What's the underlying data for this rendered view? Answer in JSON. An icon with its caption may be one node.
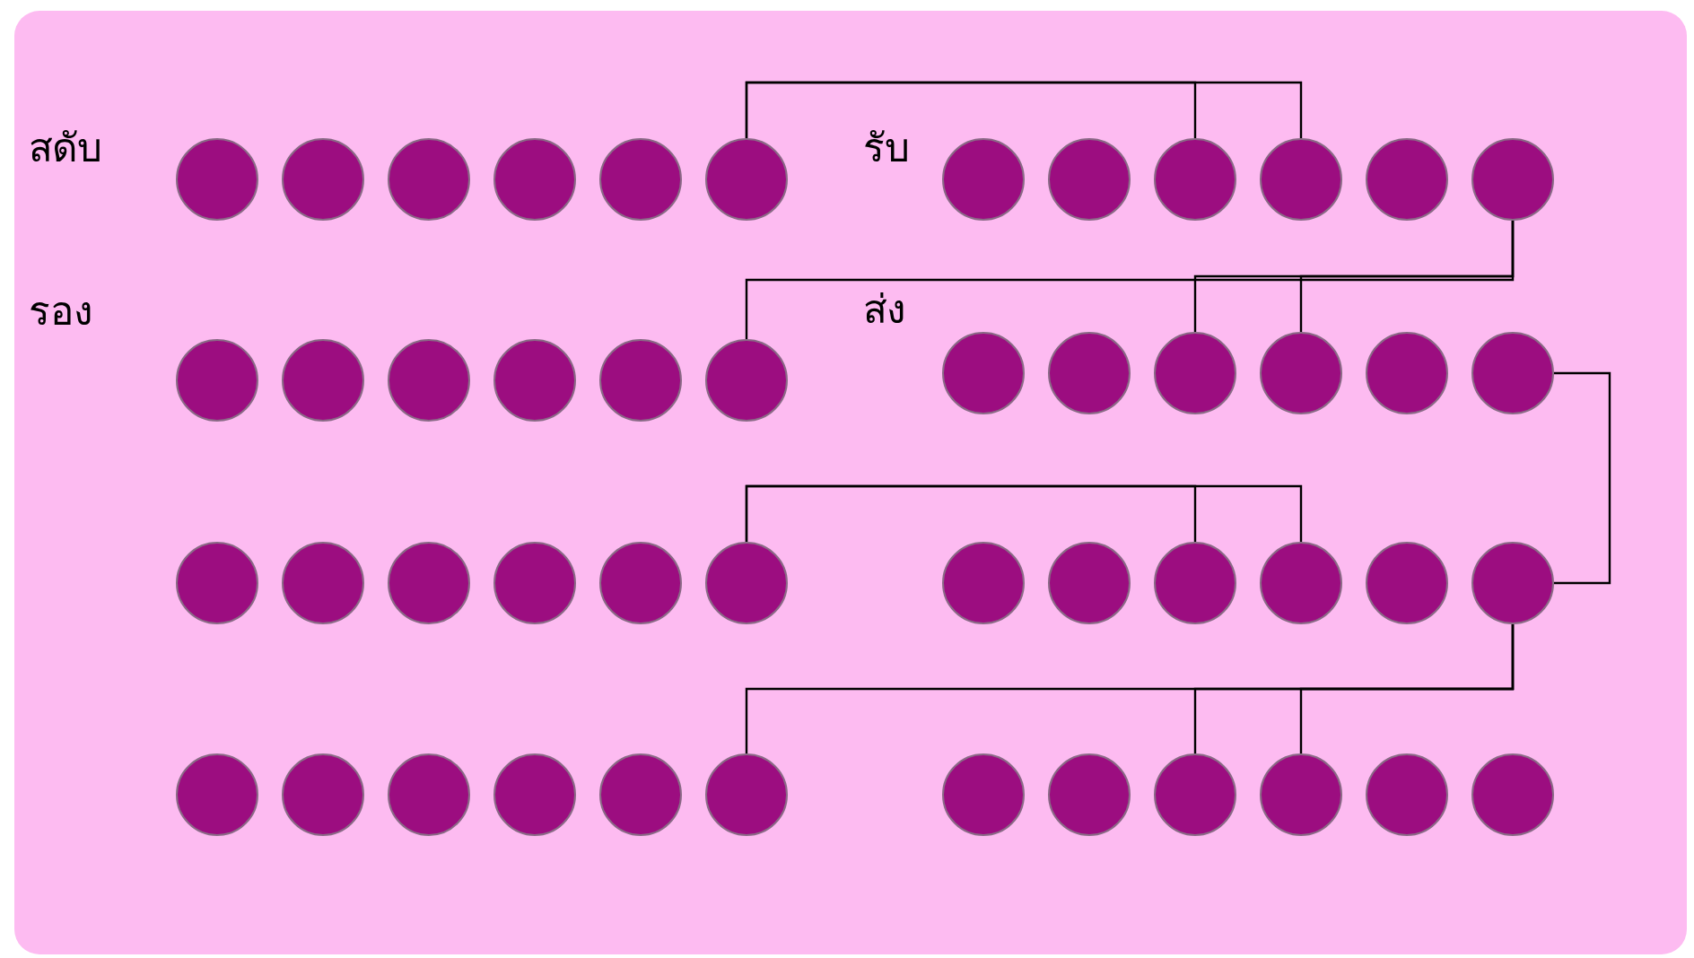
{
  "diagram": {
    "nodes": [
      {
        "text": [],
        "shape": "circle"
      },
      {
        "text": [],
        "shape": "circle"
      },
      {
        "text": [],
        "shape": "circle"
      },
      {
        "text": [],
        "shape": "circle"
      },
      {
        "text": [],
        "shape": "circle"
      },
      {
        "text": [],
        "shape": "circle"
      },
      {
        "text": [],
        "shape": "circle"
      },
      {
        "text": [],
        "shape": "circle"
      },
      {
        "text": [],
        "shape": "circle"
      },
      {
        "text": [],
        "shape": "circle"
      },
      {
        "text": [],
        "shape": "circle"
      },
      {
        "text": [],
        "shape": "circle"
      },
      {
        "text": [],
        "shape": "circle"
      },
      {
        "text": [],
        "shape": "circle"
      },
      {
        "text": [],
        "shape": "circle"
      },
      {
        "text": [],
        "shape": "circle"
      },
      {
        "text": [],
        "shape": "circle"
      },
      {
        "text": [],
        "shape": "circle"
      },
      {
        "text": [],
        "shape": "circle"
      },
      {
        "text": [],
        "shape": "circle"
      },
      {
        "text": [],
        "shape": "circle"
      },
      {
        "text": [],
        "shape": "circle"
      },
      {
        "text": [],
        "shape": "circle"
      },
      {
        "text": [],
        "shape": "circle"
      },
      {
        "text": [],
        "shape": "circle"
      },
      {
        "text": [],
        "shape": "circle"
      },
      {
        "text": [],
        "shape": "circle"
      },
      {
        "text": [],
        "shape": "circle"
      },
      {
        "text": [],
        "shape": "circle"
      },
      {
        "text": [],
        "shape": "circle"
      },
      {
        "text": [],
        "shape": "circle"
      },
      {
        "text": [],
        "shape": "circle"
      },
      {
        "text": [],
        "shape": "circle"
      },
      {
        "text": [],
        "shape": "circle"
      },
      {
        "text": [],
        "shape": "circle"
      },
      {
        "text": [],
        "shape": "circle"
      },
      {
        "text": [],
        "shape": "circle"
      },
      {
        "text": [],
        "shape": "circle"
      },
      {
        "text": [],
        "shape": "circle"
      },
      {
        "text": [],
        "shape": "circle"
      },
      {
        "text": [],
        "shape": "circle"
      },
      {
        "text": [],
        "shape": "circle"
      },
      {
        "text": [],
        "shape": "circle"
      },
      {
        "text": [],
        "shape": "circle"
      },
      {
        "text": [],
        "shape": "circle"
      },
      {
        "text": [],
        "shape": "circle"
      },
      {
        "text": [],
        "shape": "circle"
      },
      {
        "text": [],
        "shape": "circle"
      }
    ],
    "edges": [
      {
        "from": 5,
        "to": 8,
        "arrow": "none"
      },
      {
        "from": 5,
        "to": 9,
        "arrow": "none"
      },
      {
        "from": 11,
        "to": 17,
        "arrow": "none"
      },
      {
        "from": 11,
        "to": 20,
        "arrow": "none"
      },
      {
        "from": 11,
        "to": 21,
        "arrow": "none"
      },
      {
        "from": 23,
        "to": 35,
        "arrow": "none"
      },
      {
        "from": 29,
        "to": 32,
        "arrow": "none"
      },
      {
        "from": 29,
        "to": 33,
        "arrow": "none"
      },
      {
        "from": 35,
        "to": 41,
        "arrow": "none"
      },
      {
        "from": 35,
        "to": 44,
        "arrow": "none"
      },
      {
        "from": 35,
        "to": 45,
        "arrow": "none"
      }
    ],
    "labels": [
      "สดับ",
      "รับ",
      "รอง",
      "ส่ง"
    ]
  }
}
